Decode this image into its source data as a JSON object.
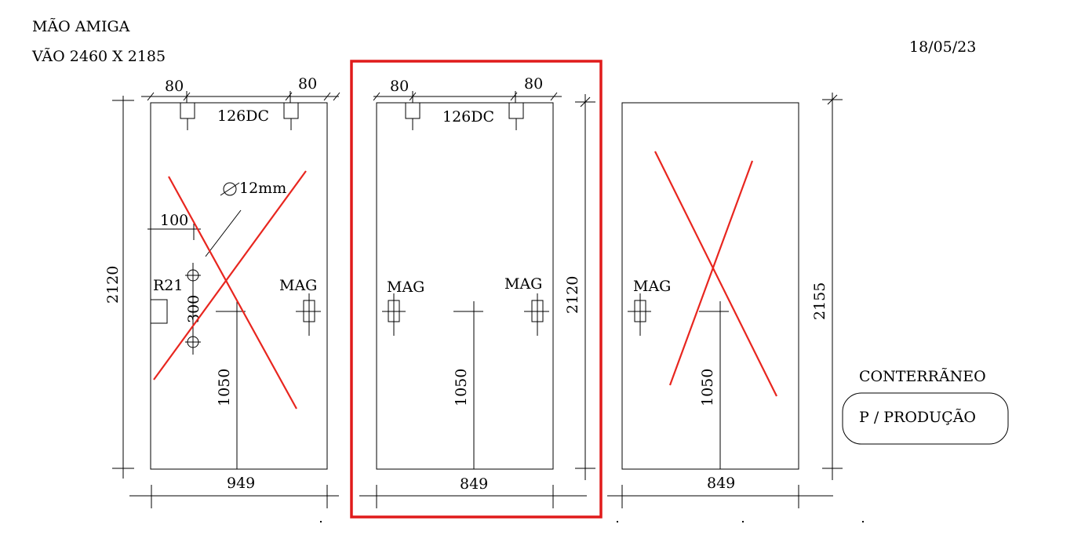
{
  "header": {
    "client": "MÃO  AMIGA",
    "opening": "VÃO 2460 X 2185",
    "date": "18/05/23"
  },
  "panels": [
    {
      "id": "left",
      "crossed_out": true,
      "hinge_left": "80",
      "hinge_right": "80",
      "top_label": "126DC",
      "hole_label": "12mm",
      "offset_label": "100",
      "r_label": "R21",
      "spacing_label": "300",
      "mag_label": "MAG",
      "height_label": "2120",
      "handle_height": "1050",
      "width_label": "949"
    },
    {
      "id": "middle",
      "crossed_out": false,
      "highlighted": true,
      "hinge_left": "80",
      "hinge_right": "80",
      "top_label": "126DC",
      "mag_left": "MAG",
      "mag_right": "MAG",
      "height_label": "2120",
      "handle_height": "1050",
      "width_label": "849"
    },
    {
      "id": "right",
      "crossed_out": true,
      "mag_label": "MAG",
      "height_label": "2155",
      "handle_height": "1050",
      "width_label": "849"
    }
  ],
  "note": {
    "title": "CONTERRÃNEO",
    "badge": "P / PRODUÇÃO"
  },
  "colors": {
    "ink": "#000000",
    "cross": "#e8261f",
    "highlight": "#e01b1b"
  }
}
